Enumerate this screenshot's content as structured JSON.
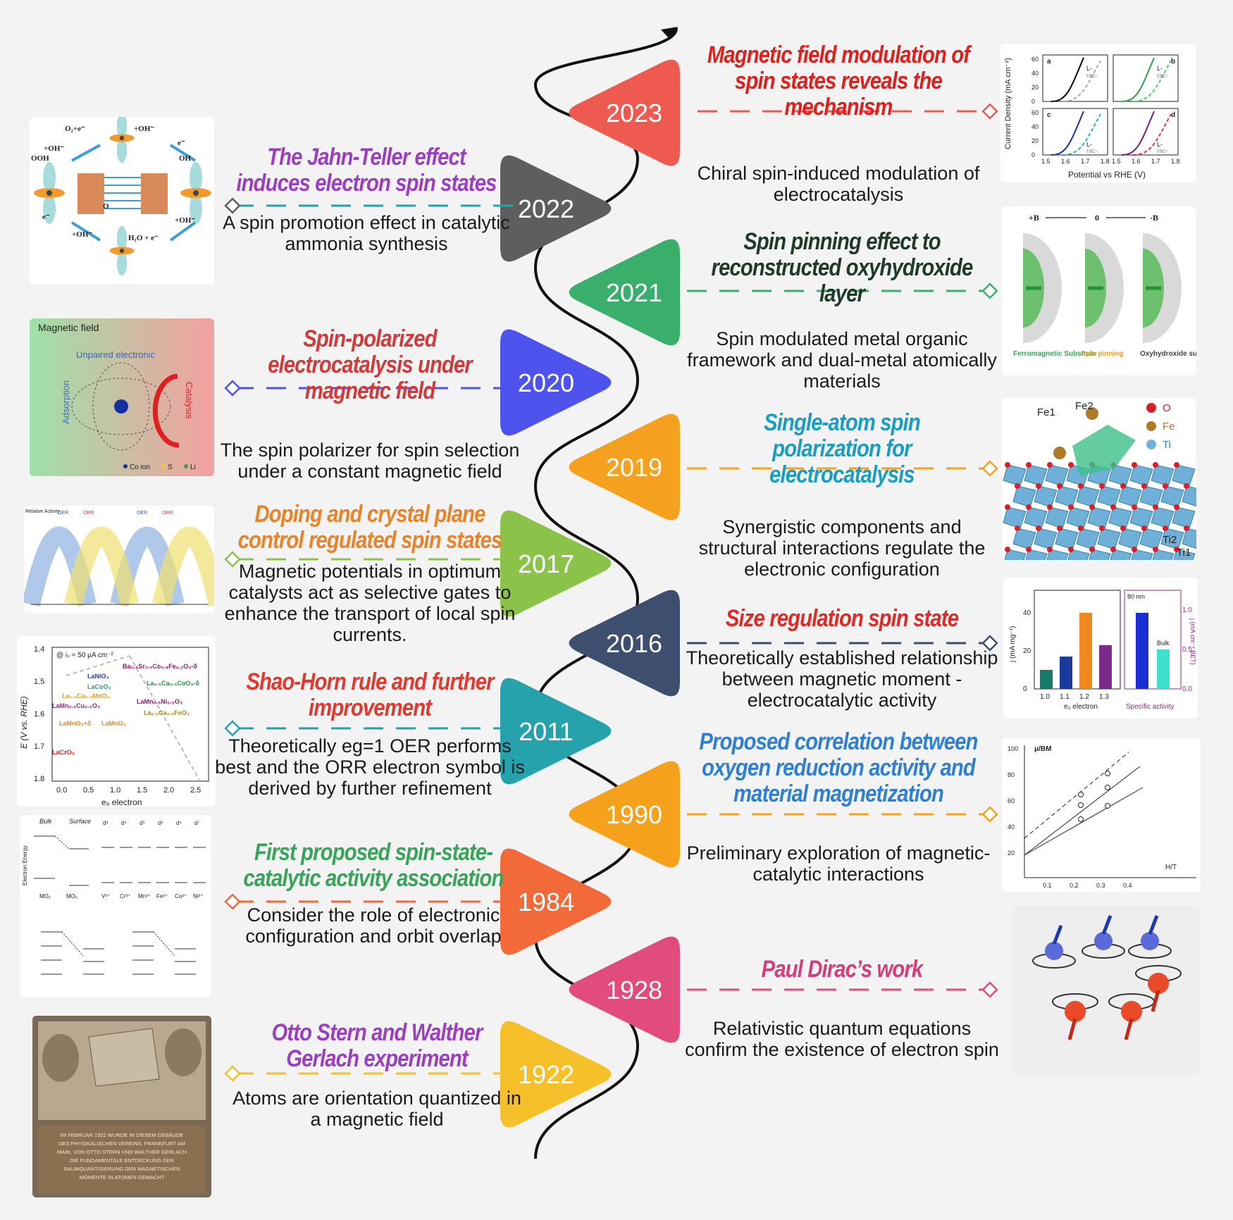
{
  "events": [
    {
      "id": "e2023",
      "year": "2023",
      "color": "#ef5a50",
      "title": "Magnetic field modulation of spin states reveals the mechanism",
      "title_color": "#e0201c",
      "desc": "Chiral spin-induced modulation of electrocatalysis"
    },
    {
      "id": "e2022",
      "year": "2022",
      "color": "#5e5e5e",
      "title": "The Jahn-Teller effect induces electron spin states",
      "title_color": "#9b3fbf",
      "desc": "A spin promotion effect in catalytic ammonia synthesis"
    },
    {
      "id": "e2021",
      "year": "2021",
      "color": "#3aae6b",
      "title": "Spin pinning effect to reconstructed oxyhydroxide layer",
      "title_color": "#1f3b28",
      "desc": "Spin modulated metal organic framework and dual-metal atomically materials"
    },
    {
      "id": "e2020",
      "year": "2020",
      "color": "#4e53ee",
      "title": "Spin-polarized electrocatalysis under magnetic field",
      "title_color": "#d23a3a",
      "desc": "The spin polarizer for spin selection under a constant magnetic field"
    },
    {
      "id": "e2019",
      "year": "2019",
      "color": "#f5a11f",
      "title": "Single-atom spin polarization for electrocatalysis",
      "title_color": "#1a9ec0",
      "desc": "Synergistic components and structural interactions regulate the electronic configuration"
    },
    {
      "id": "e2017",
      "year": "2017",
      "color": "#8bc34a",
      "title": "Doping and crystal plane control regulated spin states",
      "title_color": "#e8832a",
      "desc": "Magnetic potentials in optimum catalysts act as selective gates to enhance the transport of local spin currents."
    },
    {
      "id": "e2016",
      "year": "2016",
      "color": "#3e4e6e",
      "title": "Size regulation spin state",
      "title_color": "#e02a25",
      "desc": "Theoretically established relationship between magnetic moment - electrocatalytic activity"
    },
    {
      "id": "e2011",
      "year": "2011",
      "color": "#26a2ad",
      "title": "Shao-Horn rule and further improvement",
      "title_color": "#e03a30",
      "desc": "Theoretically eg=1 OER performs best and the ORR electron symbol is derived by further refinement"
    },
    {
      "id": "e1990",
      "year": "1990",
      "color": "#f6a11c",
      "title": "Proposed correlation between oxygen reduction activity and material magnetization",
      "title_color": "#2f80d0",
      "desc": "Preliminary exploration of magnetic-catalytic interactions"
    },
    {
      "id": "e1984",
      "year": "1984",
      "color": "#f26a3a",
      "title": "First proposed spin-state-catalytic activity association",
      "title_color": "#3aa35a",
      "desc": "Consider the role of electronic configuration and orbit overlap"
    },
    {
      "id": "e1928",
      "year": "1928",
      "color": "#e14c7c",
      "title": "Paul Dirac’s work",
      "title_color": "#d63b7a",
      "desc": "Relativistic quantum equations confirm the existence of electron spin"
    },
    {
      "id": "e1922",
      "year": "1922",
      "color": "#f5c02a",
      "title": "Otto Stern and Walther Gerlach experiment",
      "title_color": "#9b3fbf",
      "desc": "Atoms are orientation quantized in a magnetic field"
    }
  ],
  "figures": {
    "f2023": {
      "ylabel": "Current Density (mA cm⁻²)",
      "xlabel": "Potential vs RHE (V)",
      "panels": [
        "a",
        "b",
        "c",
        "d"
      ],
      "legend_l": "L-",
      "legend_rac": "rac-",
      "xticks": [
        "1.5",
        "1.6",
        "1.7",
        "1.8"
      ],
      "yticks": [
        "0",
        "20",
        "40",
        "60"
      ]
    },
    "f2022": {
      "labels": [
        "O₂+e⁻",
        "+OH⁻",
        "OOH",
        "+OH⁻",
        "e⁻",
        "OH",
        "e⁻",
        "O",
        "+OH⁻",
        "+OH⁻",
        "H₂O + e⁻"
      ]
    },
    "f2021": {
      "labels": [
        "+B",
        "0",
        "-B",
        "Ferromagnetic Substrate",
        "Spin pinning",
        "Oxyhydroxide surface"
      ]
    },
    "f2020": {
      "title": "Magnetic field",
      "sub": "Unpaired electronic",
      "left": "Adsorption",
      "right": "Catalysis",
      "legend": [
        "Co ion",
        "S",
        "Li"
      ]
    },
    "f2019": {
      "labels": [
        "Fe2",
        "Fe1",
        "O",
        "Fe",
        "Ti",
        "Ti2",
        "Ti1"
      ]
    },
    "f2017": {
      "labels": [
        "Relative Activity",
        "OER",
        "ORR",
        "OER",
        "ORR"
      ]
    },
    "f2016": {
      "ylabel": "j (mA mg⁻¹)",
      "xlabel": "e₉ electron",
      "y2label": "j (mA cm⁻² BET)",
      "xticks": [
        "1.0",
        "1.1",
        "1.2",
        "1.3"
      ],
      "yticks": [
        "0",
        "20",
        "40"
      ],
      "y2ticks": [
        "0.0",
        "0.5",
        "1.0"
      ],
      "note80": "80 nm",
      "bulk": "Bulk",
      "right_label": "Specific activity"
    },
    "f2011": {
      "ylabel": "E (V vs. RHE)",
      "xlabel": "e₉ electron",
      "cond": "@ iₛ = 50 μA cm⁻²",
      "yticks": [
        "1.4",
        "1.5",
        "1.6",
        "1.7",
        "1.8"
      ],
      "xticks": [
        "0.0",
        "0.5",
        "1.0",
        "1.5",
        "2.0",
        "2.5"
      ],
      "compounds": [
        "LaNiO₃",
        "LaCoO₃",
        "La₀.₅Ca₀.₅MnO₃",
        "LaMn₀.₅Cu₀.₅O₃",
        "LaMnO₃+δ",
        "LaMnO₃",
        "LaCrO₃",
        "Ba₀.₅Sr₀.₅Co₀.₈Fe₀.₂O₃-δ",
        "La₀.₅Ca₀.₅CoO₃-δ",
        "LaMn₀.₅Ni₀.₅O₃",
        "La₀.₅Ca₀.₅FeO₃"
      ]
    },
    "f1990": {
      "ylabel": "μ/BM",
      "xlabel": "H/T",
      "yticks": [
        "20",
        "40",
        "60",
        "80",
        "100"
      ],
      "xticks": [
        "0.1",
        "0.2",
        "0.3",
        "0.4"
      ]
    },
    "f1984": {
      "bulk": "Bulk",
      "surface": "Surface",
      "ylabel": "Electron Energy",
      "orbitals": [
        "d³",
        "d⁴",
        "d⁵",
        "d⁶",
        "d⁶",
        "d⁷"
      ],
      "ions": [
        "V³⁺",
        "Cr³⁺",
        "Mn³⁺",
        "Fe³⁺",
        "Co³⁺",
        "Ni³⁺"
      ],
      "mo": [
        "MO₆",
        "MO₅"
      ]
    },
    "f1922": {
      "plaque": "IM FEBRUAR 1922 WURDE IN DIESEM GEBÄUDE DES PHYSIKALISCHEN VEREINS, FRANKFURT AM MAIN, VON OTTO STERN UND WALTHER GERLACH DIE FUNDAMENTALE ENTDECKUNG DER RAUMQUANTISIERUNG DER MAGNETISCHEN MOMENTE IN ATOMEN GEMACHT"
    }
  }
}
